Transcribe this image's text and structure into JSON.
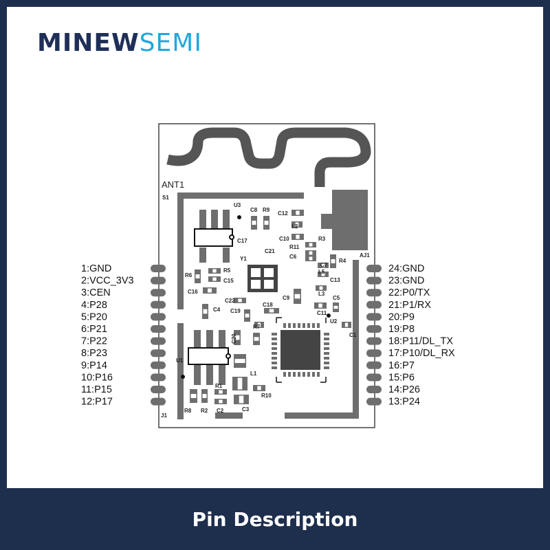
{
  "brand": {
    "part1": "MINEW",
    "part2": "SEMI"
  },
  "footer_title": "Pin Description",
  "antenna_label": "ANT1",
  "left_pins": [
    "1:GND",
    "2:VCC_3V3",
    "3:CEN",
    "4:P28",
    "5:P20",
    "6:P21",
    "7:P22",
    "8:P23",
    "9:P14",
    "10:P16",
    "11:P15",
    "12:P17"
  ],
  "right_pins": [
    "24:GND",
    "23:GND",
    "22:P0/TX",
    "21:P1/RX",
    "20:P9",
    "19:P8",
    "18:P11/DL_TX",
    "17:P10/DL_RX",
    "16:P7",
    "15:P6",
    "14:P26",
    "13:P24"
  ],
  "components": [
    "S1",
    "U3",
    "C8",
    "R9",
    "C12",
    "L2",
    "C10",
    "R3",
    "R11",
    "C6",
    "C17",
    "C21",
    "C7",
    "R4",
    "AJ1",
    "Y1",
    "R6",
    "R5",
    "C15",
    "C16",
    "L5",
    "C13",
    "C22",
    "C9",
    "L3",
    "C18",
    "C4",
    "C19",
    "C5",
    "R7",
    "C11",
    "U2",
    "C1",
    "C20",
    "U1",
    "L1",
    "R1",
    "R10",
    "R8",
    "R2",
    "C2",
    "C3",
    "J1"
  ],
  "colors": {
    "background": "#1e2e4d",
    "brand_dark": "#1f2f58",
    "brand_light": "#1fa7e0",
    "trace": "#555555",
    "pad": "#6e6e6e"
  }
}
